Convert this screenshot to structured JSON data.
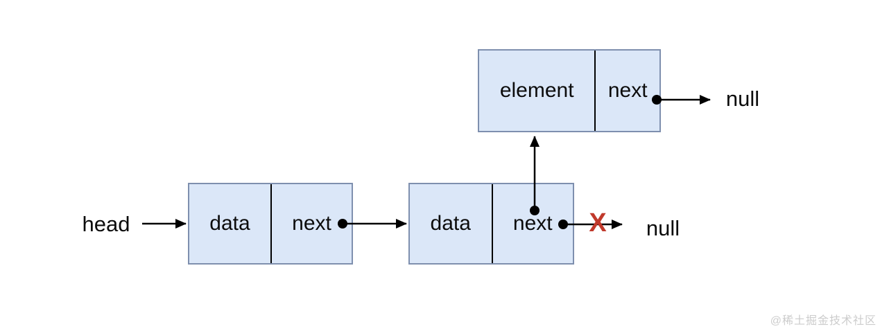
{
  "diagram": {
    "head_label": "head",
    "nodes": [
      {
        "id": "node-1",
        "cells": [
          "data",
          "next"
        ]
      },
      {
        "id": "node-2",
        "cells": [
          "data",
          "next"
        ]
      },
      {
        "id": "new-node",
        "cells": [
          "element",
          "next"
        ]
      }
    ],
    "null_label_top": "null",
    "null_label_bottom": "null",
    "x_marker": "X",
    "colors": {
      "node_fill": "#dbe7f8",
      "node_border": "#7e8fae",
      "line": "#000000",
      "broken_x": "#c0392b",
      "watermark": "#cccccc"
    }
  },
  "watermark": "@稀土掘金技术社区"
}
